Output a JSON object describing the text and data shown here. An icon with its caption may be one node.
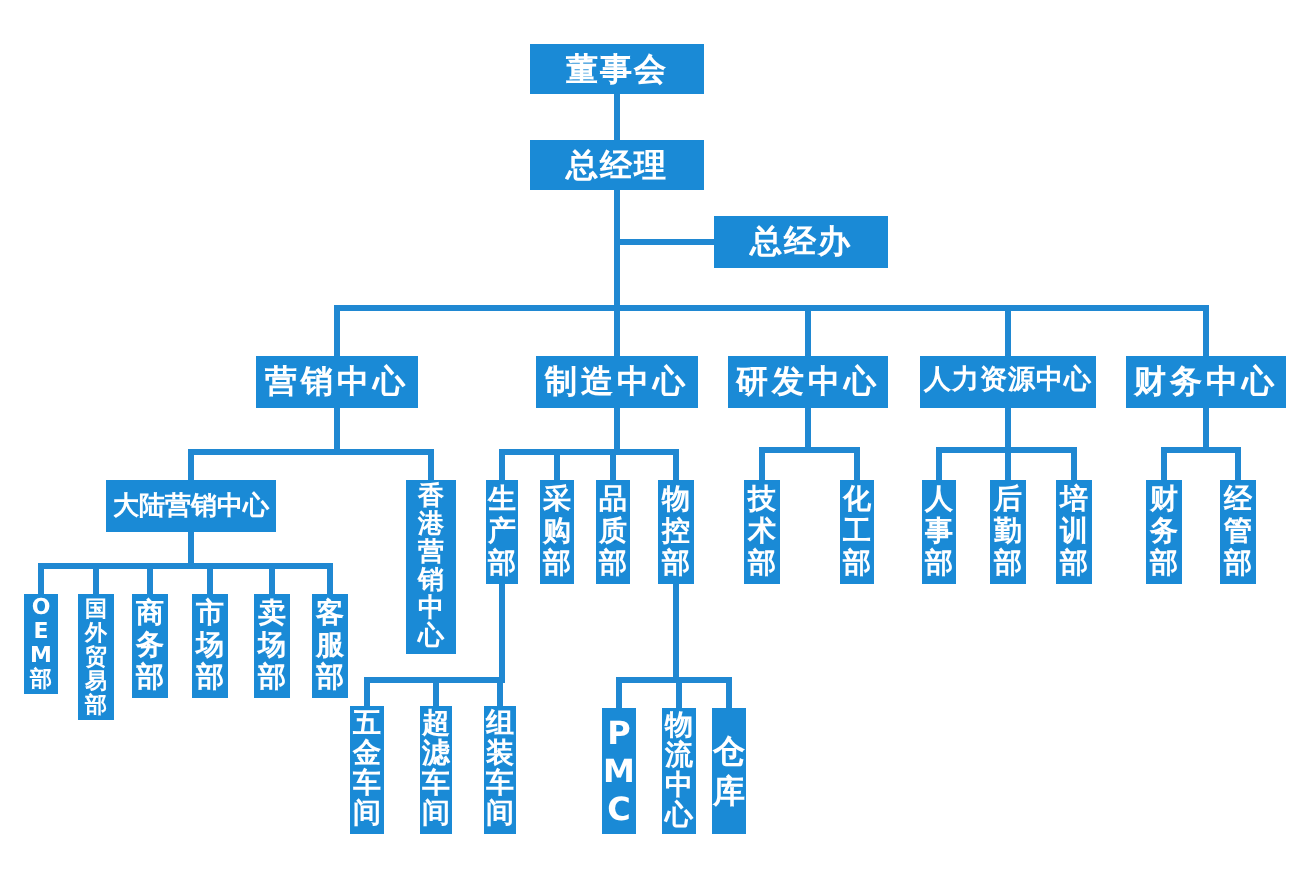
{
  "diagram": {
    "nodes": [
      {
        "text": [
          "董事会"
        ]
      },
      {
        "text": [
          "总经理"
        ]
      },
      {
        "text": [
          "总经办"
        ]
      },
      {
        "text": [
          "营销中心"
        ]
      },
      {
        "text": [
          "制造中心"
        ]
      },
      {
        "text": [
          "研发中心"
        ]
      },
      {
        "text": [
          "人力资源中心"
        ]
      },
      {
        "text": [
          "财务中心"
        ]
      },
      {
        "text": [
          "大陆营销中心"
        ]
      },
      {
        "text": [
          "香港营销中心"
        ]
      },
      {
        "text": [
          "生产部"
        ]
      },
      {
        "text": [
          "采购部"
        ]
      },
      {
        "text": [
          "品质部"
        ]
      },
      {
        "text": [
          "物控部"
        ]
      },
      {
        "text": [
          "技术部"
        ]
      },
      {
        "text": [
          "化工部"
        ]
      },
      {
        "text": [
          "人事部"
        ]
      },
      {
        "text": [
          "后勤部"
        ]
      },
      {
        "text": [
          "培训部"
        ]
      },
      {
        "text": [
          "财务部"
        ]
      },
      {
        "text": [
          "经管部"
        ]
      },
      {
        "text": [
          "OEM部"
        ]
      },
      {
        "text": [
          "国外贸易部"
        ]
      },
      {
        "text": [
          "商务部"
        ]
      },
      {
        "text": [
          "市场部"
        ]
      },
      {
        "text": [
          "卖场部"
        ]
      },
      {
        "text": [
          "客服部"
        ]
      },
      {
        "text": [
          "五金车间"
        ]
      },
      {
        "text": [
          "超滤车间"
        ]
      },
      {
        "text": [
          "组装车间"
        ]
      },
      {
        "text": [
          "PMC"
        ]
      },
      {
        "text": [
          "物流中心"
        ]
      },
      {
        "text": [
          "仓库"
        ]
      }
    ],
    "edges": [
      {
        "from": 0,
        "to": 1,
        "arrow": "none"
      },
      {
        "from": 1,
        "to": 2,
        "arrow": "none"
      },
      {
        "from": 1,
        "to": 3,
        "arrow": "none"
      },
      {
        "from": 1,
        "to": 4,
        "arrow": "none"
      },
      {
        "from": 1,
        "to": 5,
        "arrow": "none"
      },
      {
        "from": 1,
        "to": 6,
        "arrow": "none"
      },
      {
        "from": 1,
        "to": 7,
        "arrow": "none"
      },
      {
        "from": 3,
        "to": 8,
        "arrow": "none"
      },
      {
        "from": 3,
        "to": 9,
        "arrow": "none"
      },
      {
        "from": 4,
        "to": 10,
        "arrow": "none"
      },
      {
        "from": 4,
        "to": 11,
        "arrow": "none"
      },
      {
        "from": 4,
        "to": 12,
        "arrow": "none"
      },
      {
        "from": 4,
        "to": 13,
        "arrow": "none"
      },
      {
        "from": 5,
        "to": 14,
        "arrow": "none"
      },
      {
        "from": 5,
        "to": 15,
        "arrow": "none"
      },
      {
        "from": 6,
        "to": 16,
        "arrow": "none"
      },
      {
        "from": 6,
        "to": 17,
        "arrow": "none"
      },
      {
        "from": 6,
        "to": 18,
        "arrow": "none"
      },
      {
        "from": 7,
        "to": 19,
        "arrow": "none"
      },
      {
        "from": 7,
        "to": 20,
        "arrow": "none"
      },
      {
        "from": 8,
        "to": 21,
        "arrow": "none"
      },
      {
        "from": 8,
        "to": 22,
        "arrow": "none"
      },
      {
        "from": 8,
        "to": 23,
        "arrow": "none"
      },
      {
        "from": 8,
        "to": 24,
        "arrow": "none"
      },
      {
        "from": 8,
        "to": 25,
        "arrow": "none"
      },
      {
        "from": 8,
        "to": 26,
        "arrow": "none"
      },
      {
        "from": 10,
        "to": 27,
        "arrow": "none"
      },
      {
        "from": 10,
        "to": 28,
        "arrow": "none"
      },
      {
        "from": 10,
        "to": 29,
        "arrow": "none"
      },
      {
        "from": 13,
        "to": 30,
        "arrow": "none"
      },
      {
        "from": 13,
        "to": 31,
        "arrow": "none"
      },
      {
        "from": 13,
        "to": 32,
        "arrow": "none"
      }
    ]
  }
}
